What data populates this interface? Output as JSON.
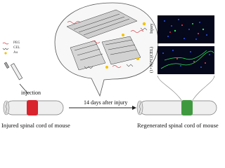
{
  "legend": {
    "items": [
      {
        "label": "PEG",
        "color": "#d8434a",
        "icon": "wave-chain-icon"
      },
      {
        "label": "CEL",
        "color": "#555555",
        "icon": "zigzag-chain-icon"
      },
      {
        "label": "Au",
        "color": "#f3c300",
        "icon": "dot-icon"
      }
    ]
  },
  "labels": {
    "injection": "injection",
    "timeline": "14 days after injury",
    "left_caption": "Injured spinal cord of mouse",
    "right_caption": "Regenerated spinal cord of mouse",
    "panel_top_label": "Injury",
    "panel_bottom_label": "(1+N)*C(CEL)"
  },
  "colors": {
    "injury_band": "#d9232d",
    "regenerated_band": "#3f9a3f",
    "cord_body": "#eeeeee",
    "arrow": "#222222",
    "pegasus": "#d8434a",
    "gold": "#f3c300"
  }
}
